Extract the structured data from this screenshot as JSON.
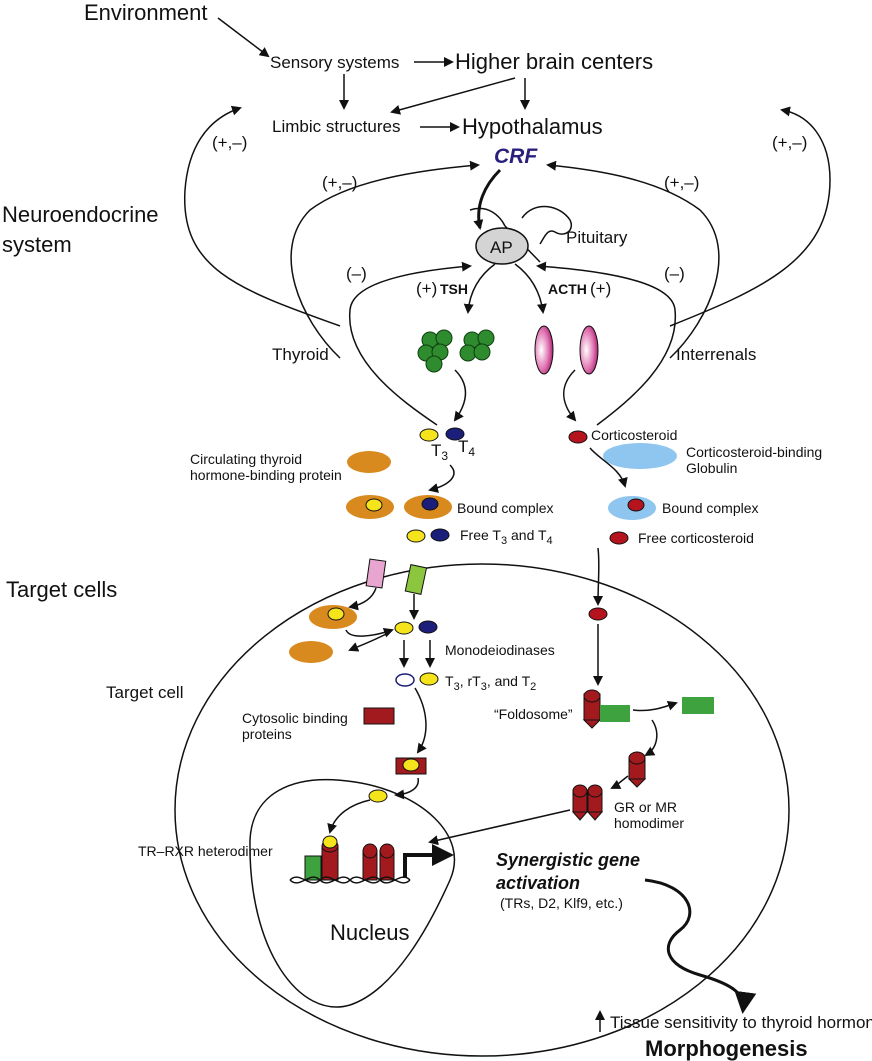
{
  "labels": {
    "environment": "Environment",
    "sensory_systems": "Sensory systems",
    "higher_brain_centers": "Higher brain centers",
    "limbic_structures": "Limbic structures",
    "hypothalamus": "Hypothalamus",
    "crf": "CRF",
    "feedback_pm_left": "(+,–)",
    "feedback_pm_right": "(+,–)",
    "feedback_pm_inner_left": "(+,–)",
    "feedback_pm_inner_right": "(+,–)",
    "neuroendocrine_line1": "Neuroendocrine",
    "neuroendocrine_line2": "system",
    "ap": "AP",
    "pituitary": "Pituitary",
    "feedback_minus_left": "(–)",
    "feedback_minus_right": "(–)",
    "tsh_plus": "(+)",
    "tsh": "TSH",
    "acth": "ACTH",
    "acth_plus": "(+)",
    "thyroid": "Thyroid",
    "interrenals": "Interrenals",
    "t3": "T",
    "t3_sub": "3",
    "t4": "T",
    "t4_sub": "4",
    "corticosteroid": "Corticosteroid",
    "circulating_line1": "Circulating thyroid",
    "circulating_line2": "hormone-binding protein",
    "cbg_line1": "Corticosteroid-binding",
    "cbg_line2": "Globulin",
    "bound_complex_left": "Bound complex",
    "bound_complex_right": "Bound complex",
    "free_t3_t4": "Free T",
    "free_t3_t4_sub1": "3",
    "free_t3_t4_mid": " and T",
    "free_t3_t4_sub2": "4",
    "free_corticosteroid": "Free corticosteroid",
    "target_cells": "Target cells",
    "target_cell": "Target cell",
    "monodeiodinases": "Monodeiodinases",
    "t3_rt3_t2_a": "T",
    "t3_rt3_t2_s1": "3",
    "t3_rt3_t2_b": ", rT",
    "t3_rt3_t2_s2": "3",
    "t3_rt3_t2_c": ", and T",
    "t3_rt3_t2_s3": "2",
    "cytosolic_line1": "Cytosolic binding",
    "cytosolic_line2": "proteins",
    "foldosome": "“Foldosome”",
    "gr_mr_line1": "GR or MR",
    "gr_mr_line2": "homodimer",
    "tr_rxr": "TR–RXR heterodimer",
    "synergistic_line1": "Synergistic gene",
    "synergistic_line2": "activation",
    "synergistic_line3": "(TRs, D2, Klf9, etc.)",
    "nucleus": "Nucleus",
    "tissue_sensitivity": "Tissue sensitivity to thyroid hormones",
    "morphogenesis": "Morphogenesis"
  },
  "colors": {
    "t3_yellow": "#f5e41c",
    "t4_navy": "#1b1f7a",
    "thyroid_green": "#2e8b2e",
    "binding_orange": "#d98a1e",
    "cbg_blue": "#8ec6f0",
    "cortico_red": "#b5141e",
    "receptor_red": "#a31a1e",
    "hsp_green": "#3ea33e",
    "transporter_pink": "#e8a5d0",
    "transporter_green": "#8cc63f",
    "interrenal_magenta": "#b0206e",
    "ap_gray": "#d4d4d4",
    "crf_navy": "#2a1f7a"
  }
}
